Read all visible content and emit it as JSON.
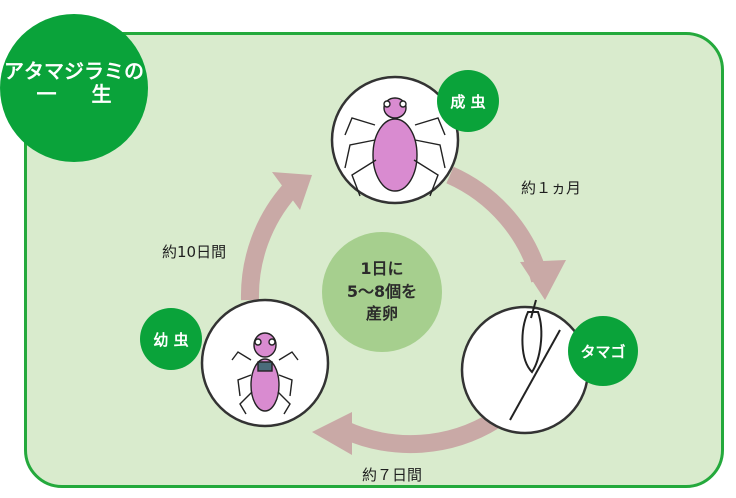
{
  "title": {
    "line1": "アタマジラミの",
    "line2": "一 生"
  },
  "stages": {
    "adult": "成 虫",
    "egg": "タマゴ",
    "larva": "幼 虫"
  },
  "durations": {
    "adult_to_egg": "約１ヵ月",
    "egg_to_larva": "約７日間",
    "larva_to_adult": "約10日間"
  },
  "center": {
    "line1": "1日に",
    "line2": "5〜8個を",
    "line3": "産卵"
  },
  "colors": {
    "accent_green": "#0aa33a",
    "panel_fill": "#d9ebcd",
    "center_fill": "#a6cf8e",
    "arrow": "#c9a9a6",
    "louse_pink": "#d98bd0"
  }
}
